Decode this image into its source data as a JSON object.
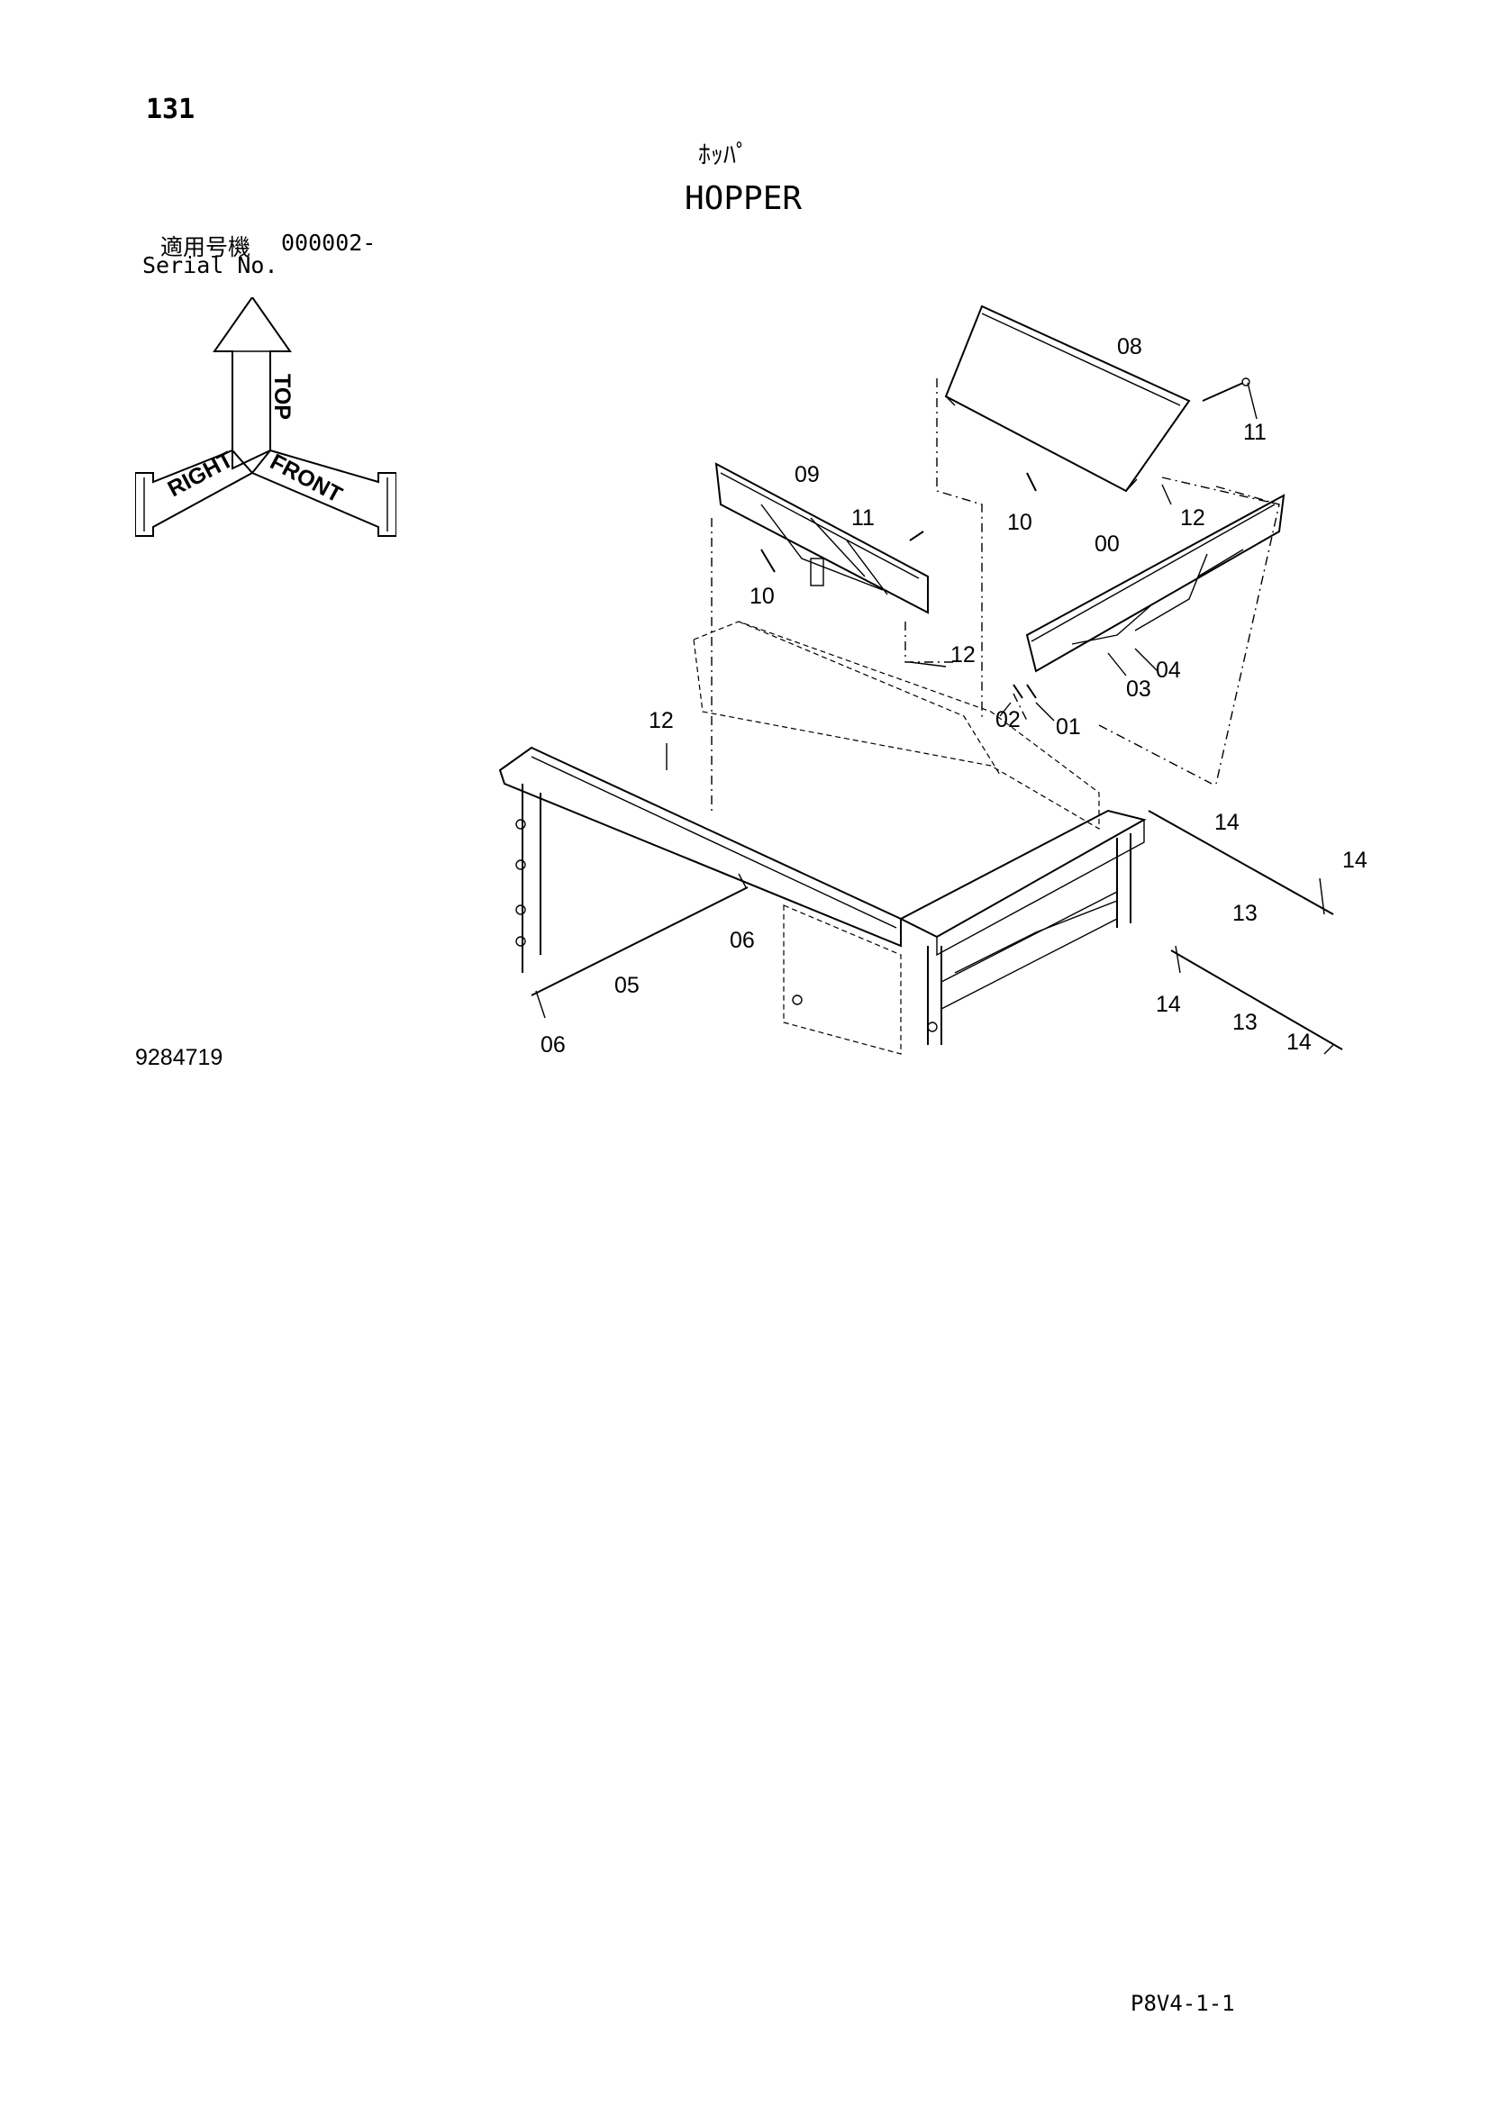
{
  "header": {
    "page_number": "131",
    "title_jp": "ﾎｯﾊﾟ",
    "title_en": "HOPPER",
    "serial_label_jp": "適用号機",
    "serial_value": "000002-",
    "serial_label_en": "Serial No."
  },
  "orientation": {
    "top": "TOP",
    "right": "RIGHT",
    "front": "FRONT"
  },
  "callouts": {
    "c00": "00",
    "c01": "01",
    "c02": "02",
    "c03": "03",
    "c04": "04",
    "c05": "05",
    "c06a": "06",
    "c06b": "06",
    "c08": "08",
    "c09": "09",
    "c10a": "10",
    "c10b": "10",
    "c11a": "11",
    "c11b": "11",
    "c12a": "12",
    "c12b": "12",
    "c12c": "12",
    "c13a": "13",
    "c13b": "13",
    "c14a": "14",
    "c14b": "14",
    "c14c": "14",
    "c14d": "14"
  },
  "footer": {
    "drawing_number": "9284719",
    "reference_code": "P8V4-1-1"
  }
}
